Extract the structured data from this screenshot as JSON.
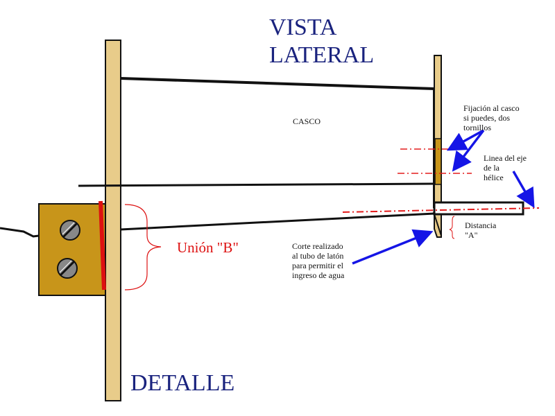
{
  "titles": {
    "vista_line1": "VISTA",
    "vista_line2": "LATERAL",
    "detalle": "DETALLE"
  },
  "labels": {
    "casco": "CASCO",
    "union": "Unión \"B\"",
    "fijacion": [
      "Fijación al casco",
      "si puedes, dos",
      "tornillos"
    ],
    "linea_eje": [
      "Linea del eje",
      "de la",
      "hélice"
    ],
    "distancia": [
      "Distancia",
      "\"A\""
    ],
    "corte": [
      "Corte realizado",
      "al tubo de latón",
      "para permitir el",
      "ingreso de agua"
    ]
  },
  "colors": {
    "title_blue": "#1a237e",
    "label_red": "#dd1111",
    "arrow_blue": "#1515e6",
    "wood": "#e8cc8a",
    "brass_block": "#c8951a",
    "screw": "#888888",
    "outline": "#111111",
    "axis_red": "#e31b1b"
  },
  "icons": {
    "screws": [
      "screw-slotted-icon",
      "screw-slotted-icon"
    ],
    "arrows": [
      "arrow-icon"
    ]
  }
}
